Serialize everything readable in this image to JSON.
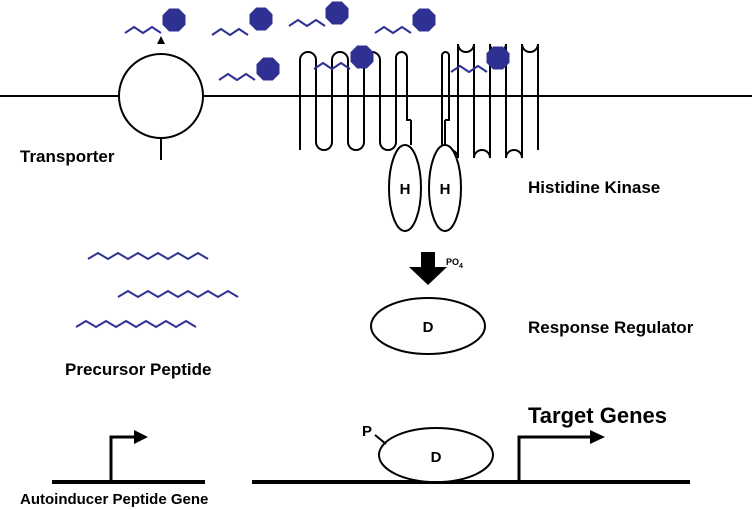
{
  "labels": {
    "transporter": "Transporter",
    "histidine_kinase": "Histidine Kinase",
    "response_regulator": "Response Regulator",
    "precursor_peptide": "Precursor Peptide",
    "target_genes": "Target Genes",
    "autoinducer_gene": "Autoinducer Peptide Gene",
    "h_domain_left": "H",
    "h_domain_right": "H",
    "d_domain_cytoplasm": "D",
    "d_domain_bound": "D",
    "phosphate_label": "P",
    "po4_base": "PO",
    "po4_sub": "4"
  },
  "colors": {
    "peptide": "#2e3192",
    "ring": "#2e3192",
    "line": "#000000"
  },
  "icons": {
    "peptide": "autoinducer-peptide-icon",
    "transporter": "transporter-icon",
    "kinase": "histidine-kinase-icon",
    "arrow": "phosphotransfer-arrow-icon",
    "promoter": "promoter-arrow-icon"
  }
}
